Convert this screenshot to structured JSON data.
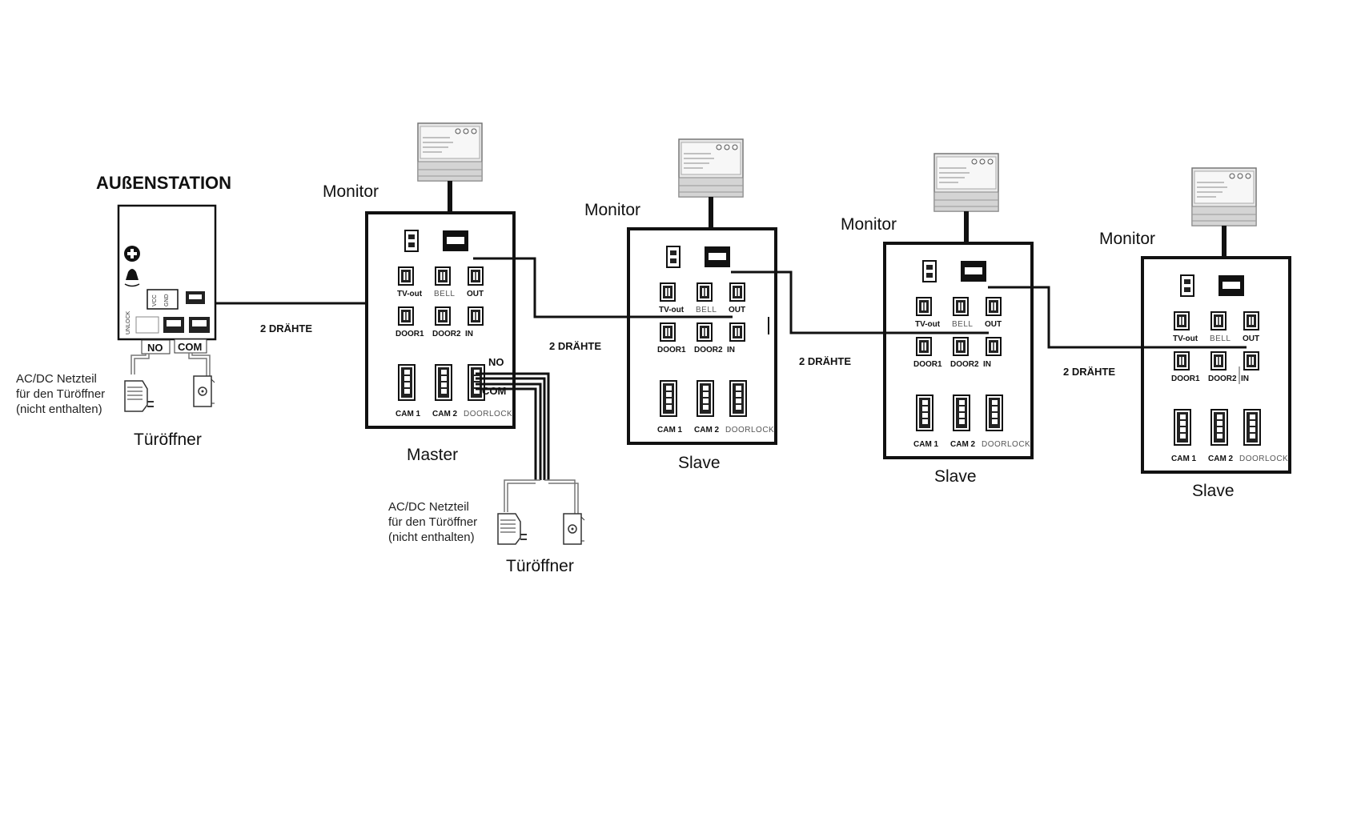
{
  "outdoor_station": {
    "title": "AUßENSTATION",
    "terminal_no": "NO",
    "terminal_com": "COM",
    "port_vcc": "VCC",
    "port_gnd": "GND",
    "port_unlock": "UNLOCK"
  },
  "monitors": [
    {
      "label": "Monitor",
      "role": "Master"
    },
    {
      "label": "Monitor",
      "role": "Slave"
    },
    {
      "label": "Monitor",
      "role": "Slave"
    },
    {
      "label": "Monitor",
      "role": "Slave"
    }
  ],
  "ports": {
    "tv_out": "TV-out",
    "bell": "BELL",
    "out": "OUT",
    "door1": "DOOR1",
    "door2": "DOOR2",
    "in": "IN",
    "cam1": "CAM 1",
    "cam2": "CAM 2",
    "doorlock": "DOORLOCK"
  },
  "wire_labels": [
    "2 DRÄHTE",
    "2 DRÄHTE",
    "2 DRÄHTE",
    "2 DRÄHTE"
  ],
  "doorlock_terminals": {
    "no": "NO",
    "com": "COM"
  },
  "power_supply_note": [
    "AC/DC Netzteil",
    "für den Türöffner",
    "(nicht enthalten)"
  ],
  "door_opener_label": "Türöffner"
}
